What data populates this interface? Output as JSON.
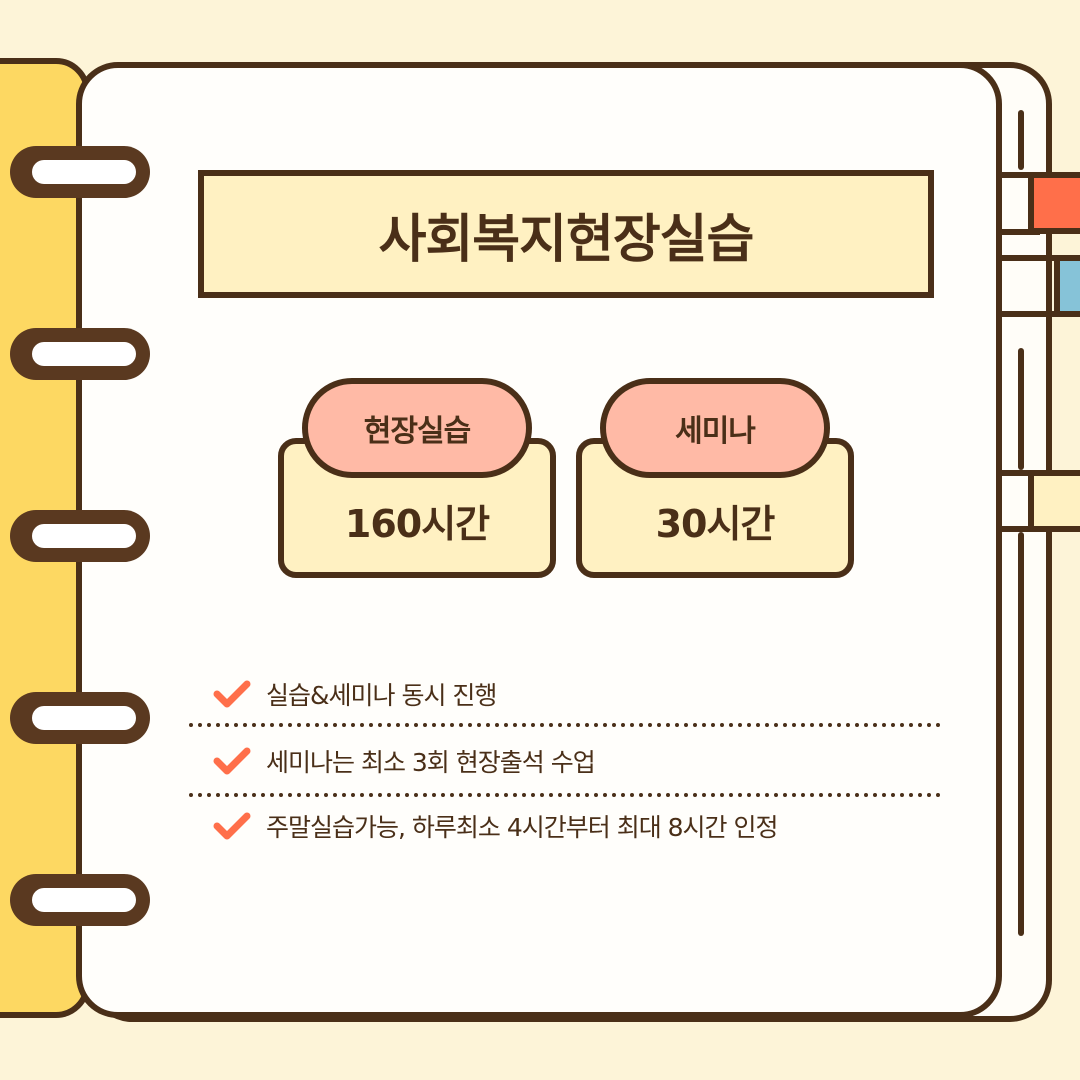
{
  "title": "사회복지현장실습",
  "cards": [
    {
      "label": "현장실습",
      "value": "160시간"
    },
    {
      "label": "세미나",
      "value": "30시간"
    }
  ],
  "list": [
    "실습&세미나 동시 진행",
    "세미나는 최소 3회 현장출석 수업",
    "주말실습가능, 하루최소 4시간부터 최대 8시간 인정"
  ],
  "colors": {
    "outline": "#4a2f18",
    "cover": "#fdd862",
    "title_bg": "#fff1c2",
    "pill_bg": "#ffbaa6",
    "check": "#ff6f4a",
    "tab_red": "#ff6f4a",
    "tab_blue": "#86c3d8",
    "background": "#fdf4d8"
  },
  "icons": {
    "list_bullet": "check-icon",
    "binding": "ring-icon"
  }
}
